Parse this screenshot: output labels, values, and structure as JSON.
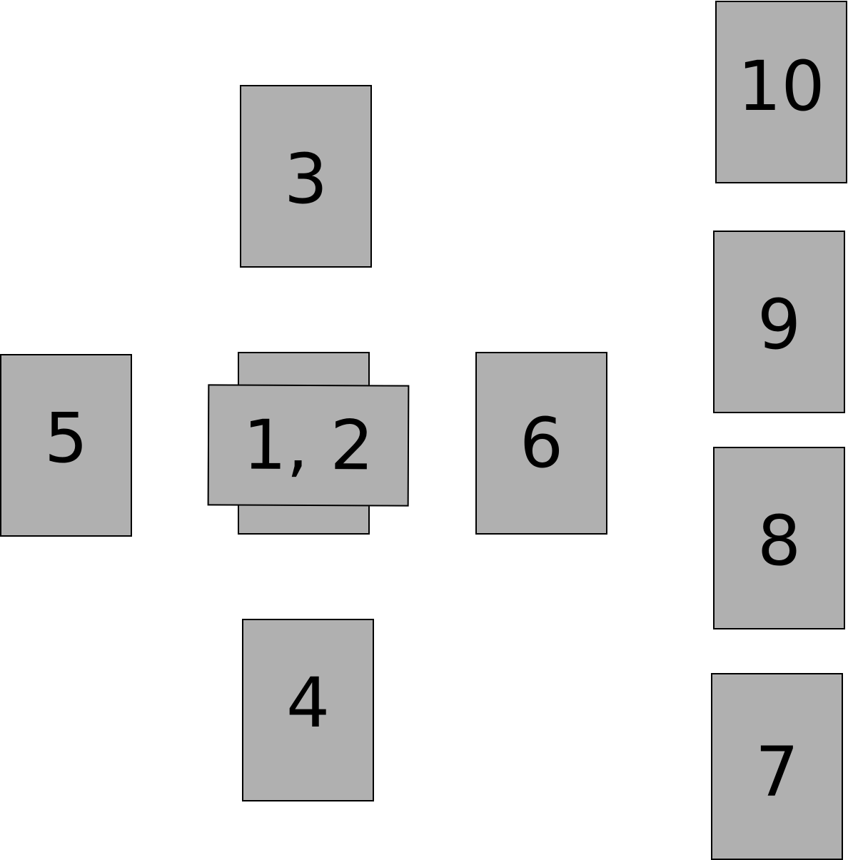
{
  "colors": {
    "card_fill": "#b0b0b0",
    "card_border": "#000000",
    "text": "#000000",
    "background": "#ffffff"
  },
  "cards": {
    "c1": {
      "label": ""
    },
    "c2": {
      "label": "1, 2"
    },
    "c3": {
      "label": "3"
    },
    "c4": {
      "label": "4"
    },
    "c5": {
      "label": "5"
    },
    "c6": {
      "label": "6"
    },
    "c7": {
      "label": "7"
    },
    "c8": {
      "label": "8"
    },
    "c9": {
      "label": "9"
    },
    "c10": {
      "label": "10"
    }
  }
}
